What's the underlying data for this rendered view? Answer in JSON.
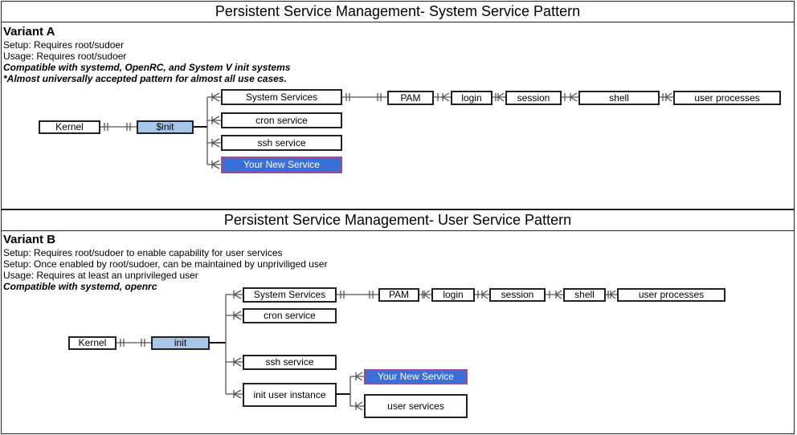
{
  "variant_a": {
    "header": "Persistent Service Management-  System Service Pattern",
    "title": "Variant A",
    "notes": [
      "Setup: Requires root/sudoer",
      "Usage: Requires root/sudoer"
    ],
    "emphasis": [
      "Compatible with systemd, OpenRC, and System V init systems",
      "*Almost universally accepted pattern for almost all use cases."
    ],
    "nodes": {
      "kernel": "Kernel",
      "init": "$init",
      "system_services": "System Services",
      "cron": "cron service",
      "ssh": "ssh service",
      "new_service": "Your New Service",
      "pam": "PAM",
      "login": "login",
      "session": "session",
      "shell": "shell",
      "user_processes": "user processes"
    }
  },
  "variant_b": {
    "header": "Persistent Service Management-  User Service Pattern",
    "title": "Variant B",
    "notes": [
      "Setup: Requires root/sudoer to enable capability for user services",
      "Setup: Once enabled by root/sudoer, can be maintained by unpriviliged user",
      "Usage: Requires at least an unprivileged user"
    ],
    "emphasis": [
      "Compatible with systemd, openrc"
    ],
    "nodes": {
      "kernel": "Kernel",
      "init": "init",
      "system_services": "System Services",
      "cron": "cron service",
      "ssh": "ssh service",
      "init_user_instance": "init user instance",
      "new_service": "Your New Service",
      "user_services": "user services",
      "pam": "PAM",
      "login": "login",
      "session": "session",
      "shell": "shell",
      "user_processes": "user processes"
    }
  },
  "colors": {
    "init_fill": "#a7c6e8",
    "new_service_fill": "#3a6fd8",
    "new_service_border": "#a04a9a",
    "line": "#555555"
  }
}
